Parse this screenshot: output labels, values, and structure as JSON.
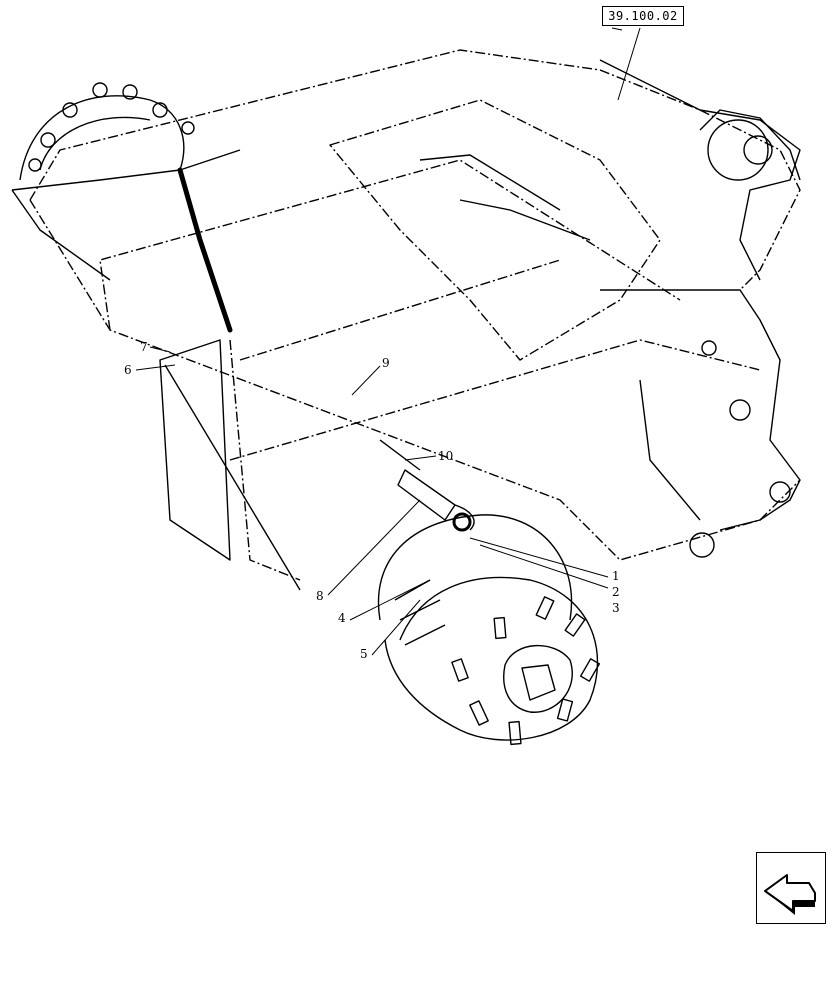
{
  "reference_code": "39.100.02",
  "callouts": [
    {
      "id": "1",
      "label": "1"
    },
    {
      "id": "2",
      "label": "2"
    },
    {
      "id": "3",
      "label": "3"
    },
    {
      "id": "4",
      "label": "4"
    },
    {
      "id": "5",
      "label": "5"
    },
    {
      "id": "6",
      "label": "6"
    },
    {
      "id": "7",
      "label": "7"
    },
    {
      "id": "8",
      "label": "8"
    },
    {
      "id": "9",
      "label": "9"
    },
    {
      "id": "10",
      "label": "10"
    }
  ],
  "nav_icon": "previous-page-arrow-icon"
}
